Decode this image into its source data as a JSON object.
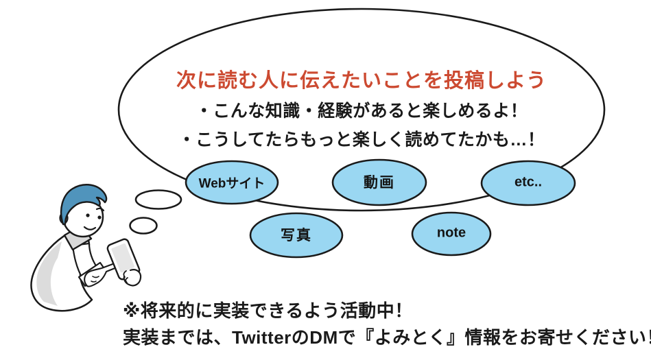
{
  "diagram": {
    "thought_bubble": {
      "title": "次に読む人に伝えたいことを投稿しよう",
      "bullet_1": "・こんな知識・経験があると楽しめるよ！",
      "bullet_2": "・こうしてたらもっと楽しく読めてたかも…！"
    },
    "media_tags": {
      "website": "Webサイト",
      "video": "動画",
      "etc": "etc..",
      "photo": "写真",
      "note": "note"
    },
    "footer": {
      "line_1": "※将来的に実装できるよう活動中！",
      "line_2": "実装までは、TwitterのDMで『よみとく』情報をお寄せください！"
    }
  },
  "colors": {
    "accent_red": "#cc4a31",
    "tag_blue": "#9ad7f2",
    "hair_blue": "#5094bc",
    "ink": "#1a1a1a",
    "paper": "#ffffff",
    "shade_gray": "#dcdcdc"
  },
  "icons": {
    "person_illustration": "person-with-smartphone",
    "bubble_shape": "thought-bubble"
  }
}
